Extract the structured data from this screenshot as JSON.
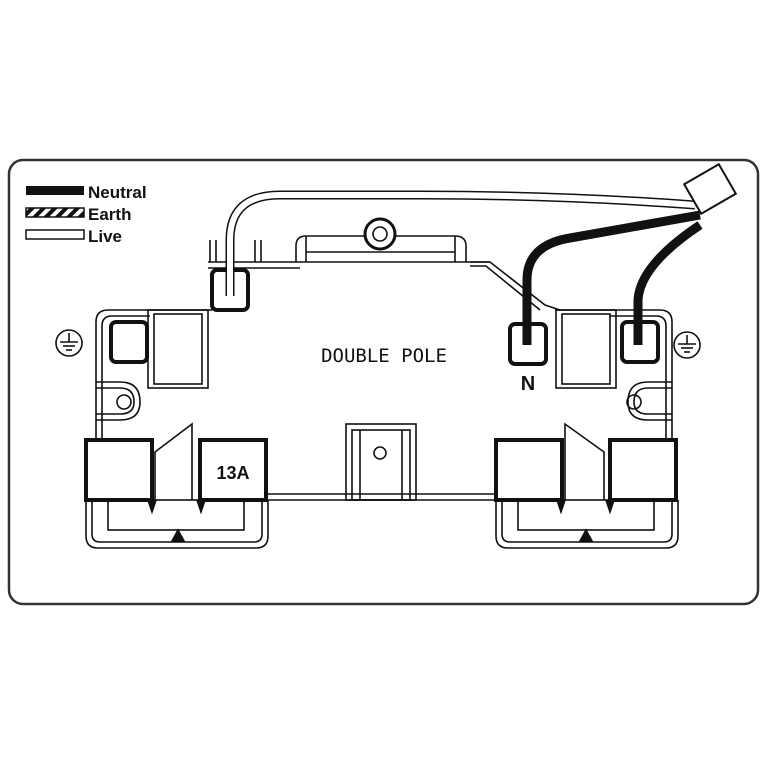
{
  "legend": {
    "items": [
      {
        "label": "Neutral",
        "style": "solid-black"
      },
      {
        "label": "Earth",
        "style": "striped"
      },
      {
        "label": "Live",
        "style": "white"
      }
    ]
  },
  "plate": {
    "title": "DOUBLE POLE",
    "rating": "13A",
    "neutral_terminal_label": "N"
  },
  "icons": {
    "left_earth": "earth-symbol",
    "right_earth": "earth-symbol"
  },
  "colors": {
    "line": "#111111",
    "background": "#ffffff",
    "border": "#333333"
  }
}
